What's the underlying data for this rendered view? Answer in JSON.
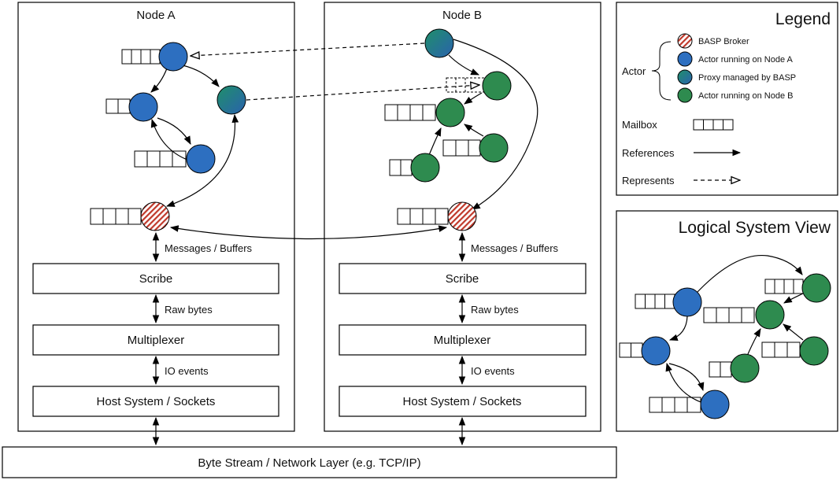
{
  "node_a": {
    "title": "Node A",
    "layers": [
      "Scribe",
      "Multiplexer",
      "Host System / Sockets"
    ],
    "links": [
      "Messages / Buffers",
      "Raw bytes",
      "IO events"
    ]
  },
  "node_b": {
    "title": "Node B",
    "layers": [
      "Scribe",
      "Multiplexer",
      "Host System / Sockets"
    ],
    "links": [
      "Messages / Buffers",
      "Raw bytes",
      "IO events"
    ]
  },
  "network": {
    "label": "Byte Stream / Network Layer (e.g. TCP/IP)"
  },
  "legend": {
    "title": "Legend",
    "actor_label": "Actor",
    "items": [
      {
        "label": "BASP Broker",
        "kind": "broker"
      },
      {
        "label": "Actor running on Node A",
        "kind": "actor-a"
      },
      {
        "label": "Proxy managed by BASP",
        "kind": "proxy"
      },
      {
        "label": "Actor running on Node B",
        "kind": "actor-b"
      }
    ],
    "mailbox_label": "Mailbox",
    "references_label": "References",
    "represents_label": "Represents"
  },
  "logical_view": {
    "title": "Logical System View"
  },
  "colors": {
    "actor_a": "#2d6fc0",
    "actor_b": "#2e8b4f",
    "proxy_from": "#1f8f6a",
    "proxy_to": "#2a62ae",
    "broker_stripe": "#c0392b",
    "line": "#000000"
  }
}
